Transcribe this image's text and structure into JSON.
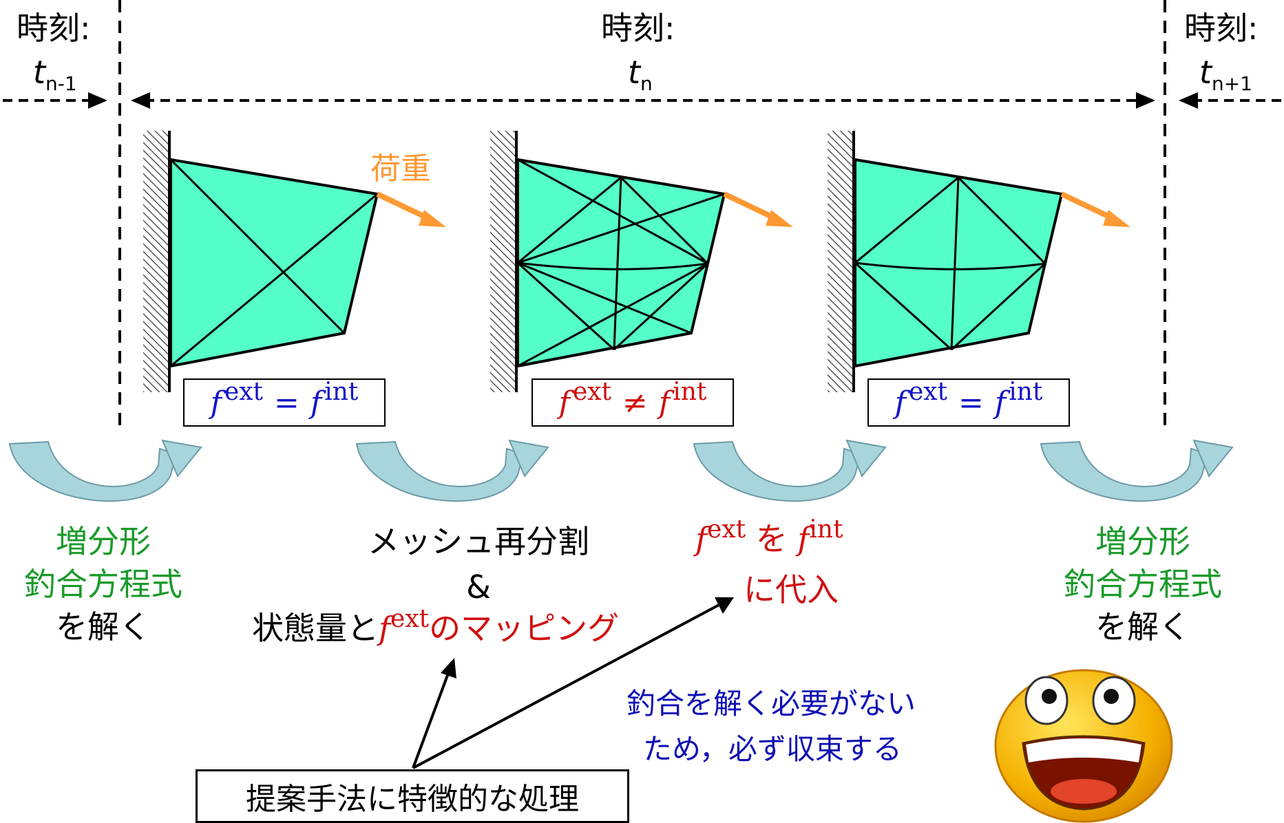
{
  "colors": {
    "mesh_fill": "#55ffc8",
    "load_arrow": "#ff9933",
    "balanced": "#1414c8",
    "unbalanced": "#d01010",
    "step_label": "#1a9a2a",
    "curved_arrow": "#a8d4dc",
    "face": "#f7b500"
  },
  "timeline": {
    "left_time_label": "時刻:",
    "left_var": "t",
    "left_sub": "n-1",
    "center_time_label": "時刻:",
    "center_var": "t",
    "center_sub": "n",
    "right_time_label": "時刻:",
    "right_var": "t",
    "right_sub": "n+1"
  },
  "panels": {
    "load_label": "荷重",
    "eq1": {
      "lhs": "f",
      "lhs_sup": "ext",
      "op": "=",
      "rhs": "f",
      "rhs_sup": "int"
    },
    "eq2": {
      "lhs": "f",
      "lhs_sup": "ext",
      "op": "≠",
      "rhs": "f",
      "rhs_sup": "int"
    },
    "eq3": {
      "lhs": "f",
      "lhs_sup": "ext",
      "op": "=",
      "rhs": "f",
      "rhs_sup": "int"
    }
  },
  "steps": {
    "step1": {
      "line1": "増分形",
      "line2": "釣合方程式",
      "line3": "を解く"
    },
    "step2": {
      "line1": "メッシュ再分割",
      "line2": "&",
      "line3_a": "状態量と",
      "line3_f": "f",
      "line3_sup": "ext",
      "line3_b": "のマッピング"
    },
    "step3": {
      "f1": "f",
      "sup1": "ext",
      "mid": "を",
      "f2": "f",
      "sup2": "int",
      "line2": "に代入"
    },
    "step4": {
      "line1": "増分形",
      "line2": "釣合方程式",
      "line3": "を解く"
    }
  },
  "annotations": {
    "note_box": "提案手法に特徴的な処理",
    "comment_line1": "釣合を解く必要がない",
    "comment_line2": "ため，必ず収束する",
    "face_icon": "grinning-face-icon"
  }
}
